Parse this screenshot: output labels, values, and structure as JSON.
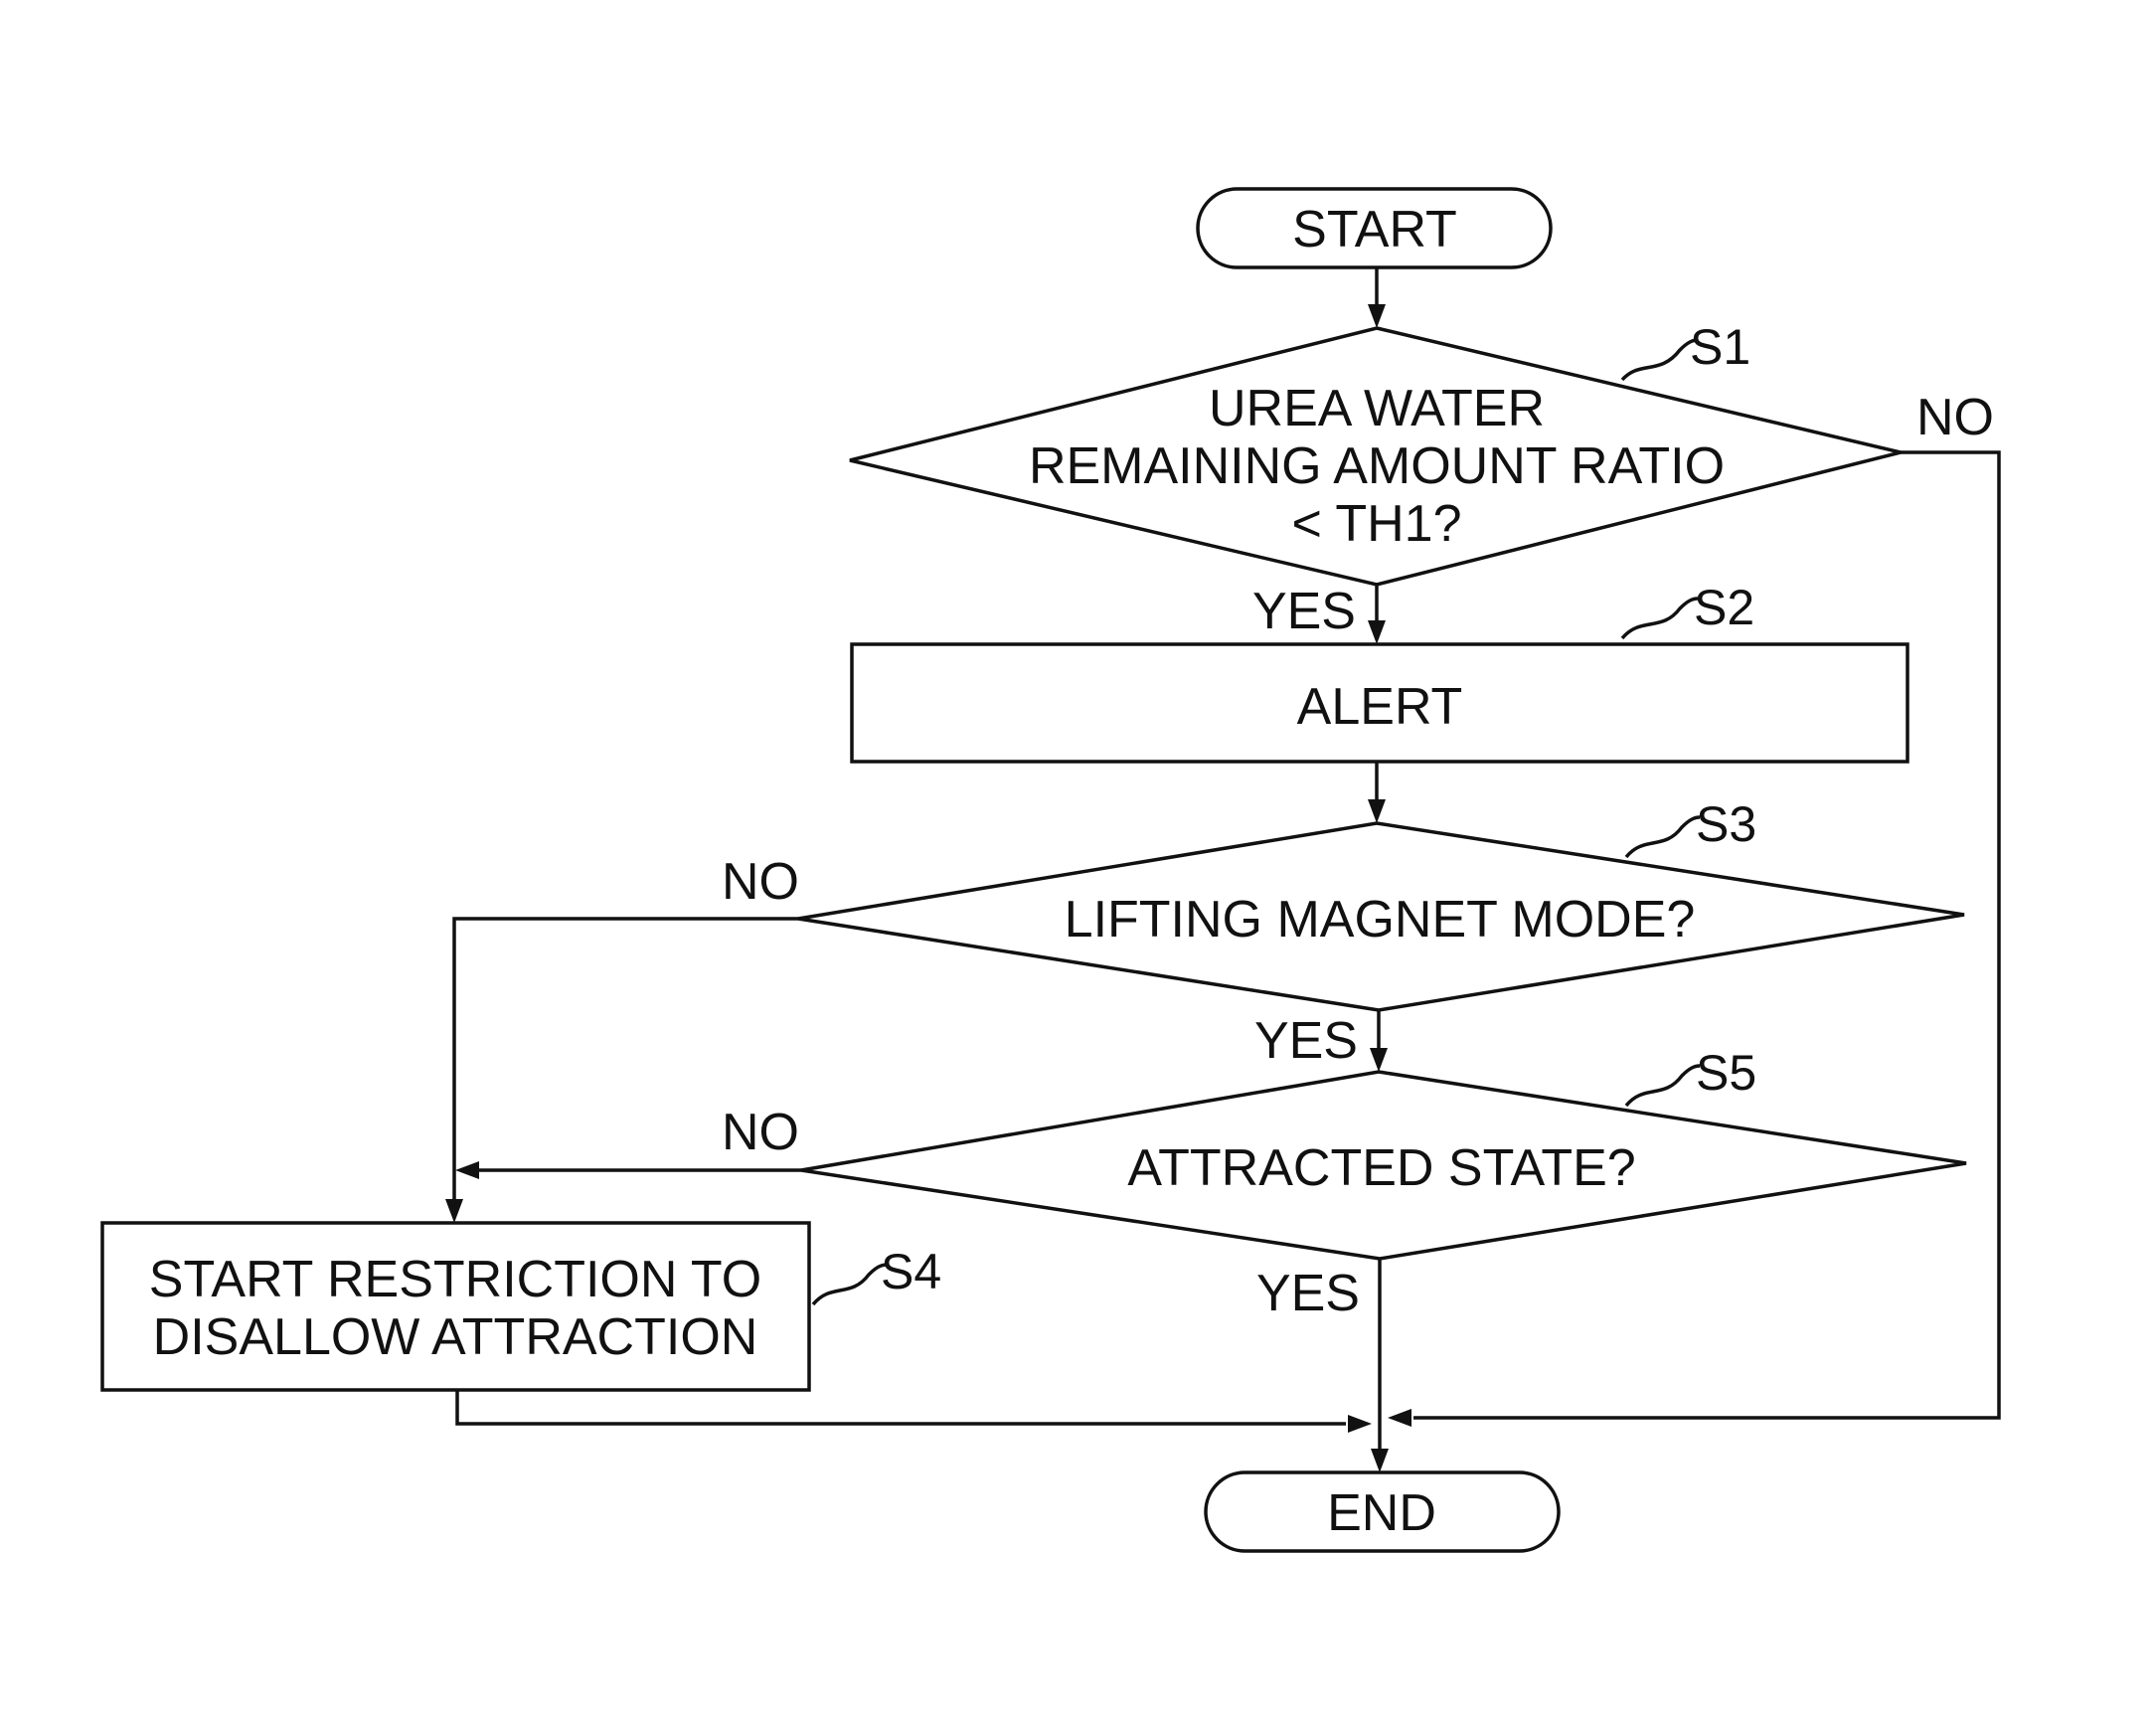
{
  "nodes": {
    "start": {
      "label": "START"
    },
    "s1": {
      "step": "S1",
      "lines": [
        "UREA WATER",
        "REMAINING AMOUNT RATIO",
        "< TH1?"
      ]
    },
    "s2": {
      "step": "S2",
      "label": "ALERT"
    },
    "s3": {
      "step": "S3",
      "label": "LIFTING MAGNET MODE?"
    },
    "s5": {
      "step": "S5",
      "label": "ATTRACTED STATE?"
    },
    "s4": {
      "step": "S4",
      "lines": [
        "START RESTRICTION TO",
        "DISALLOW ATTRACTION"
      ]
    },
    "end": {
      "label": "END"
    }
  },
  "edges": {
    "s1_yes": "YES",
    "s1_no": "NO",
    "s3_yes": "YES",
    "s3_no": "NO",
    "s5_yes": "YES",
    "s5_no": "NO"
  }
}
